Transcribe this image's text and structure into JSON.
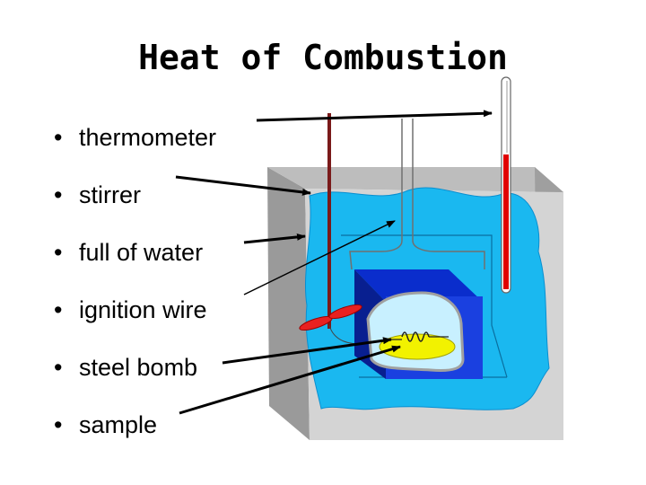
{
  "title": "Heat of Combustion",
  "bullets": [
    {
      "label": "thermometer"
    },
    {
      "label": "stirrer"
    },
    {
      "label": "full of water"
    },
    {
      "label": "ignition wire"
    },
    {
      "label": "steel bomb"
    },
    {
      "label": "sample"
    }
  ],
  "colors": {
    "water": "#1ab8f0",
    "water_dark": "#0a8fd0",
    "bomb": "#0a2dcc",
    "bomb_inner": "#c8f0ff",
    "sample": "#f2f200",
    "container_light": "#d4d4d4",
    "container_dark": "#9a9a9a",
    "thermometer_fluid": "#e00000"
  }
}
